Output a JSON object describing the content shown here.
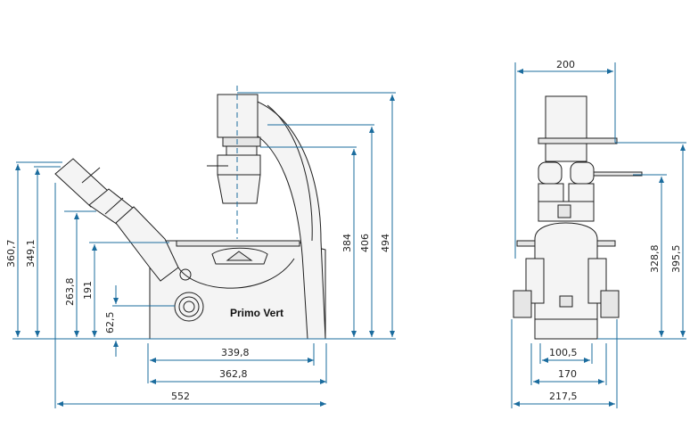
{
  "brand_label": "Primo Vert",
  "side_view": {
    "horizontal_dimensions": [
      "339,8",
      "362,8",
      "552"
    ],
    "vertical_dimensions": [
      "360,7",
      "349,1",
      "263,8",
      "191",
      "62,5",
      "384",
      "406",
      "494"
    ]
  },
  "front_view": {
    "horizontal_dimensions": [
      "200",
      "100,5",
      "170",
      "217,5"
    ],
    "vertical_dimensions": [
      "328,8",
      "395,5"
    ]
  },
  "colors": {
    "dimension_line": "#1b6c9e",
    "outline": "#1f1f1f"
  }
}
